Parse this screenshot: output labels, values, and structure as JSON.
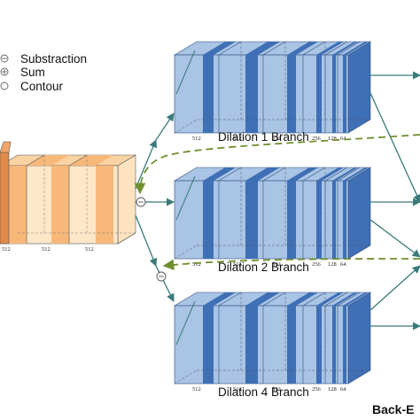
{
  "legend": [
    {
      "label": "Substraction",
      "icon": "subtraction-operator-icon"
    },
    {
      "label": "Sum",
      "icon": "sum-operator-icon"
    },
    {
      "label": "Contour",
      "icon": "contour-operator-icon"
    }
  ],
  "backbone": {
    "channels": [
      "512",
      "512",
      "512"
    ]
  },
  "branches": [
    {
      "label": "Dilation 1 Branch",
      "channels": [
        "512",
        "512",
        "512",
        "256",
        "128",
        "64"
      ]
    },
    {
      "label": "Dilation 2 Branch",
      "channels": [
        "512",
        "512",
        "512",
        "256",
        "128",
        "64"
      ]
    },
    {
      "label": "Dilation 4 Branch",
      "channels": [
        "512",
        "512",
        "512",
        "256",
        "128",
        "64"
      ]
    }
  ],
  "corner_label": "Back-E",
  "colors": {
    "branch_face": "#a9c4e4",
    "branch_dark": "#3f6fb5",
    "branch_edge": "#2f4f7f",
    "backbone_light": "#fde3bf",
    "backbone_mid": "#f7b87a",
    "backbone_dark": "#e08a4a",
    "arrow": "#3b7a7a",
    "dashed": "#6f8f2f"
  }
}
